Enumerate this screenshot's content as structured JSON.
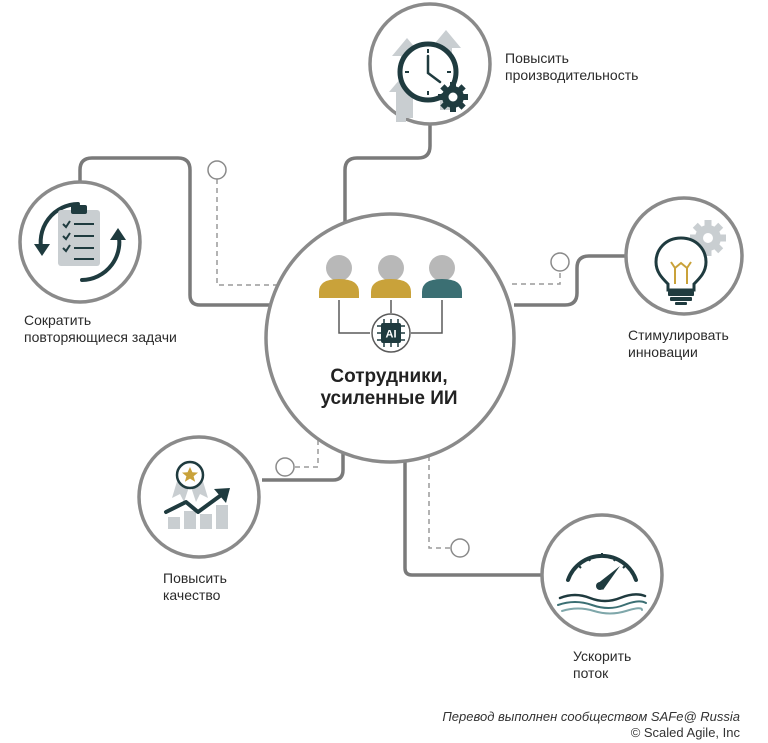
{
  "center": {
    "line1": "Сотрудники,",
    "line2": "усиленные ИИ",
    "chip": "AI"
  },
  "nodes": {
    "productivity": {
      "line1": "Повысить",
      "line2": "производительность"
    },
    "tasks": {
      "line1": "Сократить",
      "line2": "повторяющиеся задачи"
    },
    "innovation": {
      "line1": "Стимулировать",
      "line2": "инновации"
    },
    "quality": {
      "line1": "Повысить",
      "line2": "качество"
    },
    "flow": {
      "line1": "Ускорить",
      "line2": "поток"
    }
  },
  "footer": {
    "translation": "Перевод выполнен сообществом SAFe@ Russia",
    "copyright": "© Scaled Agile, Inc"
  },
  "colors": {
    "ring": "#8a8a8a",
    "line": "#7a7a7a",
    "dashed": "#9a9a9a",
    "dark_teal": "#1f3b3f",
    "teal": "#3b6f73",
    "gold": "#c9a23a",
    "gray_head": "#b8b8b8",
    "light_gray": "#c9ced1"
  }
}
